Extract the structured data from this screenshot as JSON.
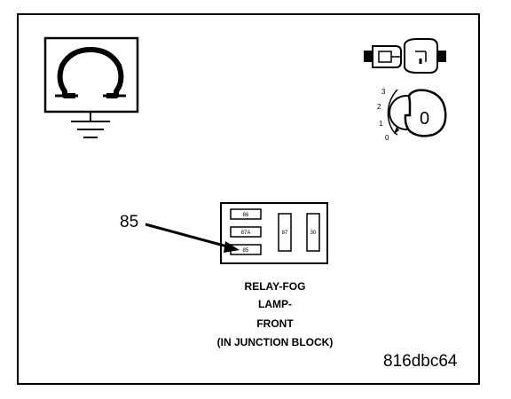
{
  "callout": {
    "label": "85"
  },
  "relay": {
    "terminals": {
      "t86": "86",
      "t87a": "87A",
      "t85": "85",
      "t87": "87",
      "t30": "30"
    }
  },
  "caption": {
    "line1": "RELAY-FOG",
    "line2": "LAMP-",
    "line3": "FRONT",
    "line4": "(IN JUNCTION BLOCK)"
  },
  "ignition": {
    "positions": [
      "3",
      "2",
      "1",
      "0"
    ],
    "key_label": "0"
  },
  "figure_code": "816dbc64"
}
